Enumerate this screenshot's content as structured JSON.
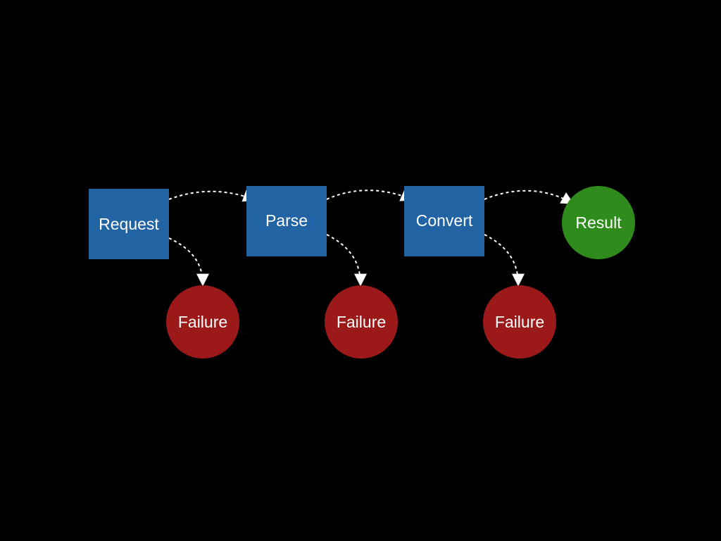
{
  "nodes": {
    "request": {
      "label": "Request"
    },
    "parse": {
      "label": "Parse"
    },
    "convert": {
      "label": "Convert"
    },
    "result": {
      "label": "Result"
    },
    "failure1": {
      "label": "Failure"
    },
    "failure2": {
      "label": "Failure"
    },
    "failure3": {
      "label": "Failure"
    }
  },
  "edges": [
    {
      "from": "Request",
      "to": "Parse"
    },
    {
      "from": "Request",
      "to": "Failure"
    },
    {
      "from": "Parse",
      "to": "Convert"
    },
    {
      "from": "Parse",
      "to": "Failure"
    },
    {
      "from": "Convert",
      "to": "Result"
    },
    {
      "from": "Convert",
      "to": "Failure"
    }
  ],
  "colors": {
    "background": "#000000",
    "step": "#2163a3",
    "failure": "#9c1919",
    "result": "#2f8c1c",
    "edge": "#ffffff"
  }
}
